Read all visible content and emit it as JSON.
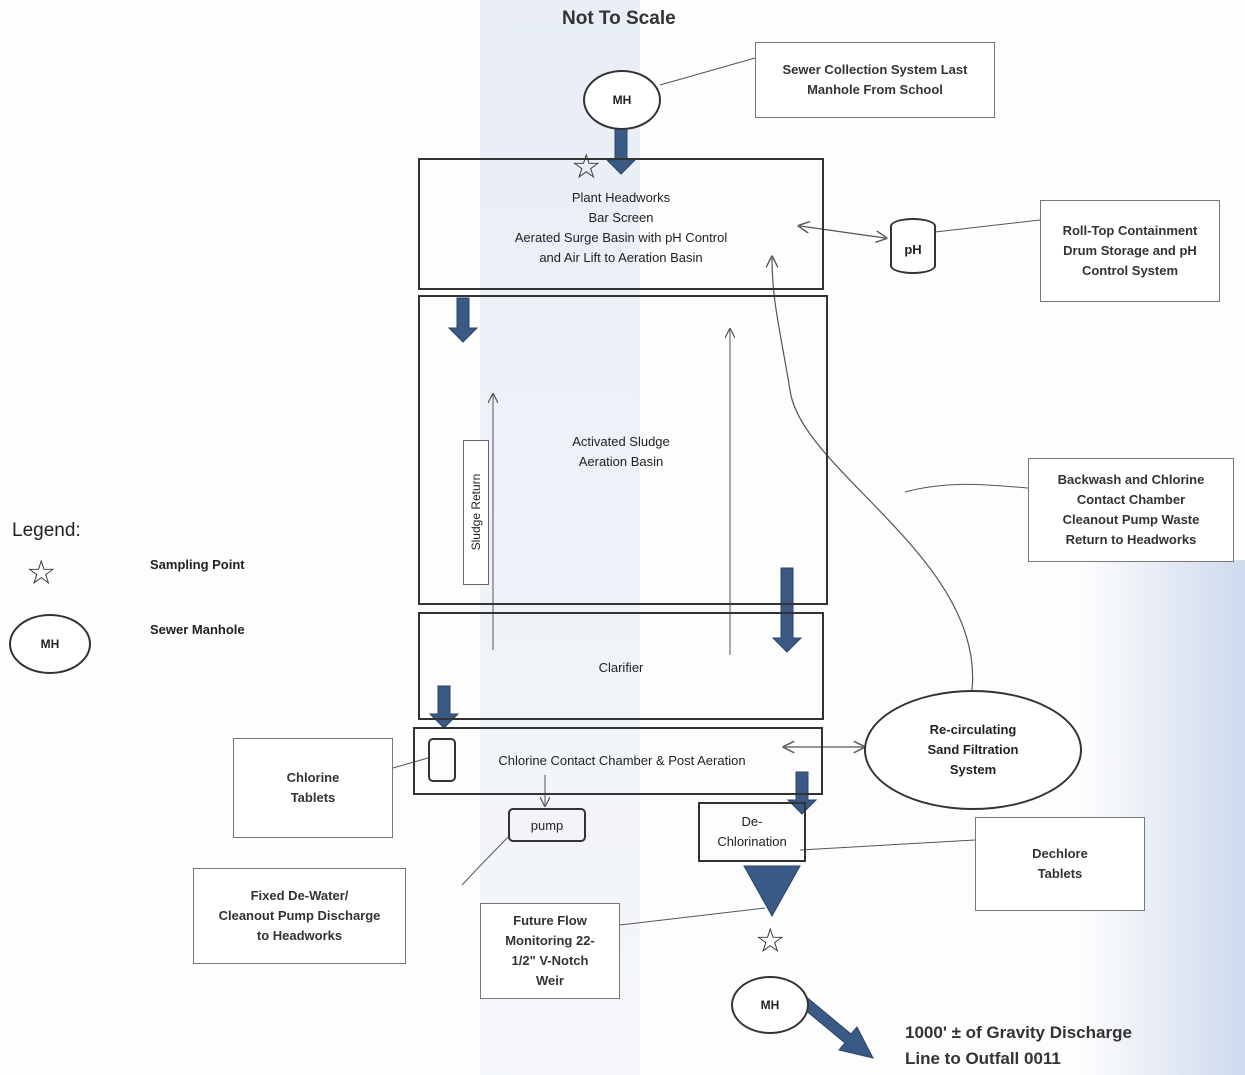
{
  "title": "Not To Scale",
  "manhole_label": "MH",
  "ph_label": "pH",
  "pump_label": "pump",
  "headworks": {
    "lines": [
      "Plant Headworks",
      "Bar Screen",
      "Aerated Surge Basin with pH Control",
      "and Air Lift to Aeration Basin"
    ]
  },
  "aeration": {
    "lines": [
      "Activated Sludge",
      "Aeration Basin"
    ]
  },
  "sludge_return": "Sludge Return",
  "clarifier": "Clarifier",
  "chlorine_chamber": "Chlorine Contact Chamber & Post Aeration",
  "dechlorination": "De-\nChlorination",
  "sand_filter": "Re-circulating\nSand Filtration\nSystem",
  "notes": {
    "sewer": "Sewer Collection System Last\nManhole From School",
    "rolltop": "Roll-Top Containment\nDrum Storage and pH\nControl System",
    "backwash": "Backwash and Chlorine\nContact Chamber\nCleanout Pump Waste\nReturn to Headworks",
    "chlorine_tablets": "Chlorine\nTablets",
    "dechlore_tablets": "Dechlore\nTablets",
    "fixed_dewater": "Fixed De-Water/\nCleanout Pump Discharge\nto Headworks",
    "future_flow": "Future Flow\nMonitoring 22-\n1/2\" V-Notch\nWeir"
  },
  "legend": {
    "title": "Legend:",
    "sampling_point": "Sampling Point",
    "sewer_manhole": "Sewer Manhole",
    "mh": "MH"
  },
  "discharge": "1000' ± of Gravity Discharge\nLine to Outfall 0011",
  "colors": {
    "flow_arrow": "#3a5a85",
    "line": "#333333"
  }
}
